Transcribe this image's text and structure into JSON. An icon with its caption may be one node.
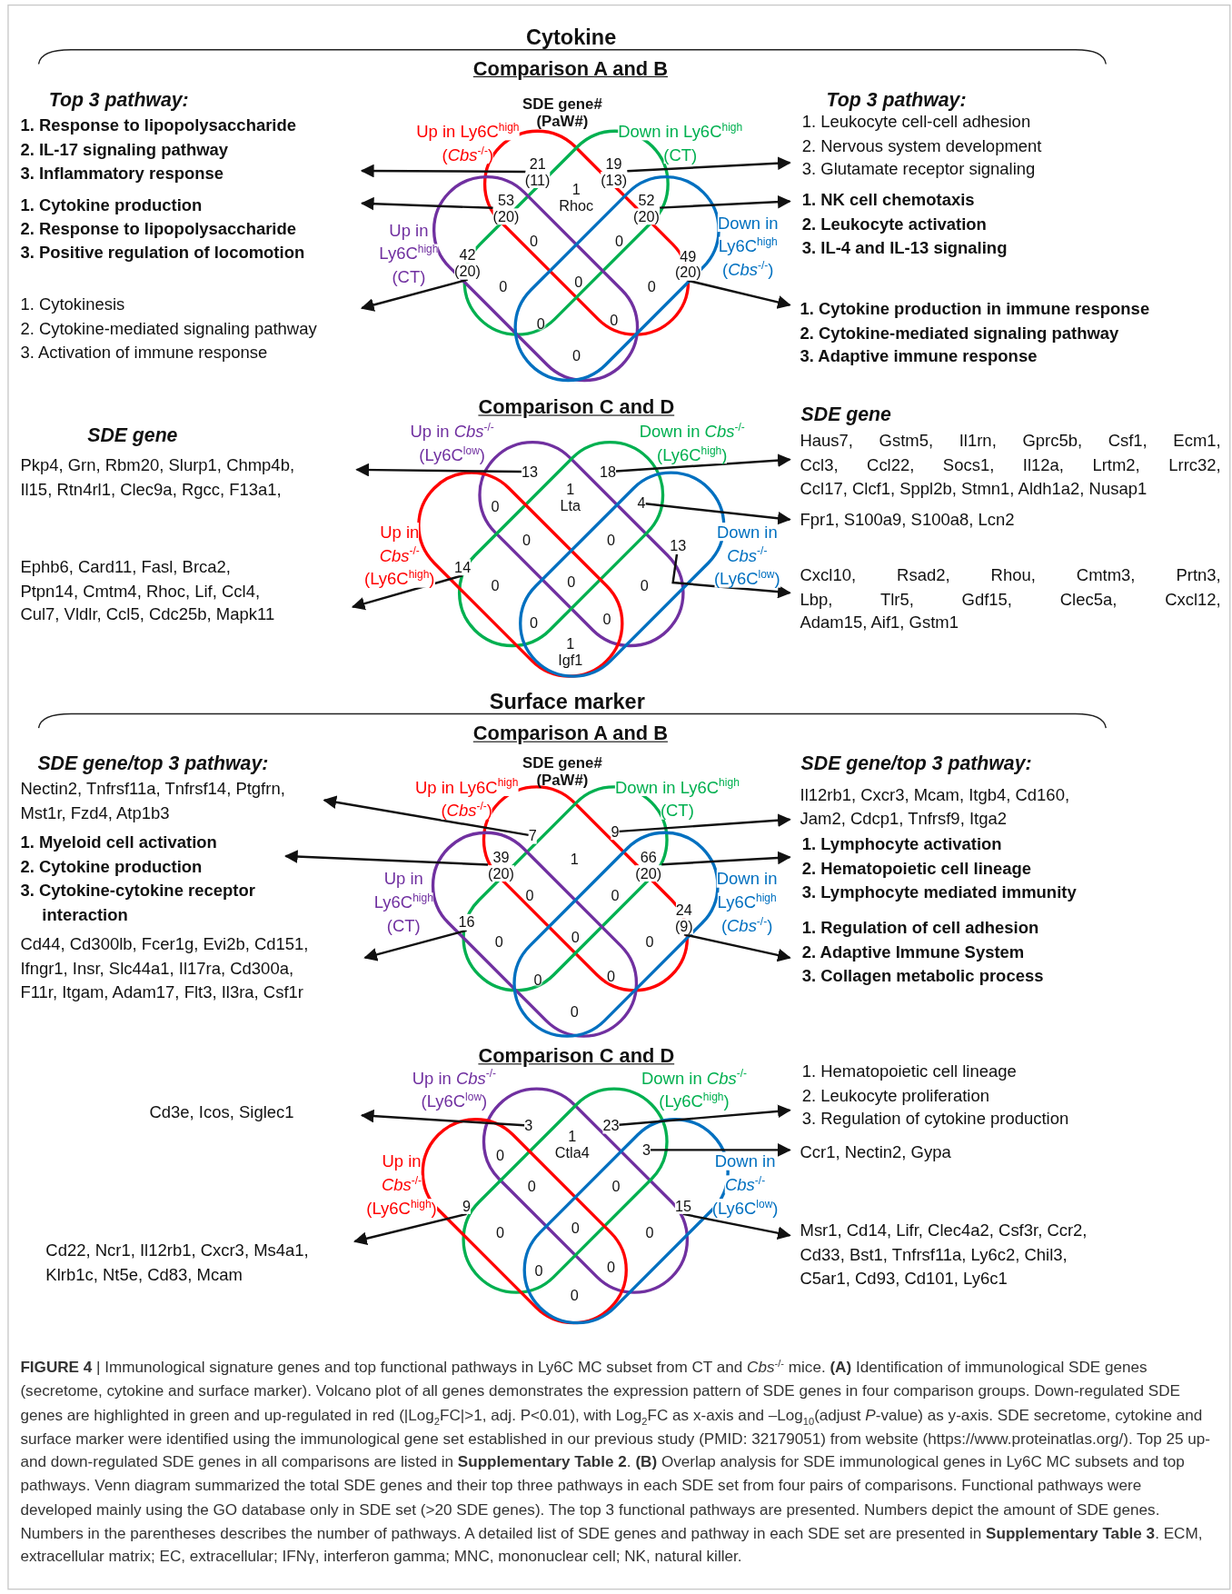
{
  "diagram": {
    "nodes": [
      {
        "text": [
          "1. Response to lipopolysaccharide",
          "2. IL-17 signaling pathway",
          "3. Inflammatory response"
        ]
      },
      {
        "text": [
          "21 (11)"
        ]
      },
      {
        "text": [
          "19 (13)"
        ]
      },
      {
        "text": [
          "1. Leukocyte cell-cell adhesion",
          "2. Nervous system development",
          "3. Glutamate receptor signaling"
        ]
      },
      {
        "text": [
          "1. Cytokine production",
          "2. Response to lipopolysaccharide",
          "3. Positive regulation of locomotion"
        ]
      },
      {
        "text": [
          "53 (20)"
        ]
      },
      {
        "text": [
          "52 (20)"
        ]
      },
      {
        "text": [
          "1. NK cell chemotaxis",
          "2. Leukocyte activation",
          "3. IL-4 and IL-13 signaling"
        ]
      },
      {
        "text": [
          "1. Cytokinesis",
          "2. Cytokine-mediated signaling pathway",
          "3. Activation of immune response"
        ]
      },
      {
        "text": [
          "42 (20)"
        ]
      },
      {
        "text": [
          "49 (20)"
        ]
      },
      {
        "text": [
          "1. Cytokine production in immune response",
          "2. Cytokine-mediated signaling pathway",
          "3. Adaptive immune response"
        ]
      },
      {
        "text": [
          "Pkp4, Grn, Rbm20, Slurp1, Chmp4b, Il15, Rtn4rl1, Clec9a, Rgcc, F13a1,"
        ]
      },
      {
        "text": [
          "13"
        ]
      },
      {
        "text": [
          "18"
        ]
      },
      {
        "text": [
          "Haus7, Gstm5, Il1rn, Gprc5b, Csf1, Ecm1, Ccl3, Ccl22, Socs1, Il12a, Lrtm2, Lrrc32, Ccl17, Clcf1, Sppl2b, Stmn1, Aldh1a2, Nusap1"
        ]
      },
      {
        "text": [
          "4"
        ]
      },
      {
        "text": [
          "Fpr1, S100a9, S100a8, Lcn2"
        ]
      },
      {
        "text": [
          "Ephb6, Card11, Fasl, Brca2, Ptpn14, Cmtm4, Rhoc, Lif, Ccl4, Cul7, Vldlr, Ccl5, Cdc25b, Mapk11"
        ]
      },
      {
        "text": [
          "14"
        ]
      },
      {
        "text": [
          "13"
        ]
      },
      {
        "text": [
          "Cxcl10, Rsad2, Rhou, Cmtm3, Prtn3, Lbp, Tlr5, Gdf15, Clec5a, Cxcl12, Adam15, Aif1, Gstm1"
        ]
      },
      {
        "text": [
          "Nectin2, Tnfrsf11a, Tnfrsf14, Ptgfrn, Mst1r, Fzd4, Atp1b3"
        ]
      },
      {
        "text": [
          "7"
        ]
      },
      {
        "text": [
          "9"
        ]
      },
      {
        "text": [
          "Il12rb1, Cxcr3, Mcam, Itgb4, Cd160, Jam2, Cdcp1, Tnfrsf9, Itga2"
        ]
      },
      {
        "text": [
          "1. Myeloid cell activation",
          "2. Cytokine production",
          "3. Cytokine-cytokine receptor interaction"
        ]
      },
      {
        "text": [
          "39 (20)"
        ]
      },
      {
        "text": [
          "66 (20)"
        ]
      },
      {
        "text": [
          "1. Lymphocyte activation",
          "2. Hematopoietic cell lineage",
          "3. Lymphocyte mediated immunity"
        ]
      },
      {
        "text": [
          "Cd44, Cd300lb, Fcer1g, Evi2b, Cd151, Ifngr1, Insr, Slc44a1, Il17ra, Cd300a, F11r, Itgam, Adam17, Flt3, Il3ra, Csf1r"
        ]
      },
      {
        "text": [
          "16"
        ]
      },
      {
        "text": [
          "24 (9)"
        ]
      },
      {
        "text": [
          "1. Regulation of cell adhesion",
          "2. Adaptive Immune System",
          "3. Collagen metabolic process"
        ]
      },
      {
        "text": [
          "Cd3e, Icos, Siglec1"
        ]
      },
      {
        "text": [
          "3"
        ]
      },
      {
        "text": [
          "23"
        ]
      },
      {
        "text": [
          "1. Hematopoietic cell lineage",
          "2. Leukocyte proliferation",
          "3. Regulation of cytokine production"
        ]
      },
      {
        "text": [
          "3"
        ]
      },
      {
        "text": [
          "Ccr1, Nectin2, Gypa"
        ]
      },
      {
        "text": [
          "9"
        ]
      },
      {
        "text": [
          "15"
        ]
      },
      {
        "text": [
          "Cd22, Ncr1, Il12rb1, Cxcr3, Ms4a1, Klrb1c, Nt5e, Cd83, Mcam"
        ]
      },
      {
        "text": [
          "Msr1, Cd14, Lifr, Clec4a2, Csf3r, Ccr2, Cd33, Bst1, Tnfrsf11a, Ly6c2, Chil3, C5ar1, Cd93, Cd101, Ly6c1"
        ]
      }
    ],
    "edges": [
      {
        "from": 1,
        "to": 0,
        "arrow": "to"
      },
      {
        "from": 2,
        "to": 3,
        "arrow": "to"
      },
      {
        "from": 5,
        "to": 4,
        "arrow": "to"
      },
      {
        "from": 6,
        "to": 7,
        "arrow": "to"
      },
      {
        "from": 9,
        "to": 8,
        "arrow": "to"
      },
      {
        "from": 10,
        "to": 11,
        "arrow": "to"
      },
      {
        "from": 13,
        "to": 12,
        "arrow": "to"
      },
      {
        "from": 14,
        "to": 15,
        "arrow": "to"
      },
      {
        "from": 16,
        "to": 17,
        "arrow": "to"
      },
      {
        "from": 19,
        "to": 18,
        "arrow": "to"
      },
      {
        "from": 20,
        "to": 21,
        "arrow": "to"
      },
      {
        "from": 23,
        "to": 22,
        "arrow": "to"
      },
      {
        "from": 24,
        "to": 25,
        "arrow": "to"
      },
      {
        "from": 27,
        "to": 26,
        "arrow": "to"
      },
      {
        "from": 28,
        "to": 29,
        "arrow": "to"
      },
      {
        "from": 31,
        "to": 30,
        "arrow": "to"
      },
      {
        "from": 32,
        "to": 33,
        "arrow": "to"
      },
      {
        "from": 35,
        "to": 34,
        "arrow": "to"
      },
      {
        "from": 36,
        "to": 37,
        "arrow": "to"
      },
      {
        "from": 38,
        "to": 39,
        "arrow": "to"
      },
      {
        "from": 40,
        "to": 42,
        "arrow": "to"
      },
      {
        "from": 41,
        "to": 43,
        "arrow": "to"
      }
    ],
    "labels": [
      "Cytokine",
      "Comparison A and B",
      "Top 3 pathway:",
      "SDE gene# (PaW#)",
      "Top 3 pathway:",
      "Up in Ly6C$^{high}$ (*Cbs*$^{-/-}$)",
      "Down in Ly6C$^{high}$ (CT)",
      "Up in Ly6C$^{high}$ (CT)",
      "Down in Ly6C$^{high}$ (*Cbs*$^{-/-}$)",
      "1 Rhoc",
      "0",
      "0",
      "0",
      "0",
      "0",
      "0",
      "0",
      "0",
      "Comparison C and D",
      "SDE gene",
      "SDE gene",
      "Up in *Cbs*$^{-/-}$ (Ly6C$^{low}$)",
      "Down in *Cbs*$^{-/-}$ (Ly6C$^{high}$)",
      "1 Lta",
      "0",
      "0",
      "0",
      "Up in *Cbs*$^{-/-}$ (Ly6C$^{high}$)",
      "Down in *Cbs*$^{-/-}$ (Ly6C$^{low}$)",
      "0",
      "0",
      "0",
      "0",
      "0",
      "1 Igf1",
      "Surface marker",
      "Comparison A and B",
      "SDE gene/top 3 pathway:",
      "SDE gene# (PaW#)",
      "SDE gene/top 3 pathway:",
      "Up in Ly6C$^{high}$ (*Cbs*$^{-/-}$)",
      "Down in Ly6C$^{high}$ (CT)",
      "1",
      "Up in Ly6C$^{high}$ (CT)",
      "Down in Ly6C$^{high}$ (*Cbs*$^{-/-}$)",
      "0",
      "0",
      "0",
      "0",
      "0",
      "0",
      "0",
      "0",
      "Comparison C and D",
      "Up in *Cbs*$^{-/-}$ (Ly6C$^{low}$)",
      "Down in *Cbs*$^{-/-}$ (Ly6C$^{high}$)",
      "1 Ctla4",
      "0",
      "0",
      "0",
      "Up in *Cbs*$^{-/-}$ (Ly6C$^{high}$)",
      "Down in *Cbs*$^{-/-}$ (Ly6C$^{low}$)",
      "0",
      "0",
      "0",
      "0",
      "0",
      "0"
    ],
    "caption": "**FIGURE 4** | Immunological signature genes and top functional pathways in Ly6C MC subset from CT and *Cbs*$^{-/-}$ mice. **(A)** Identification of immunological SDE genes (secretome, cytokine and surface marker). Volcano plot of all genes demonstrates the expression pattern of SDE genes in four comparison groups. Down-regulated SDE genes are highlighted in green and up-regulated in red (|Log$_{2}$FC|>1, adj. P<0.01), with Log$_{2}$FC as x-axis and –Log$_{10}$(adjust *P*-value) as y-axis. SDE secretome, cytokine and surface marker were identified using the immunological gene set established in our previous study (PMID: 32179051) from website (https://www.proteinatlas.org/). Top 25 up- and down-regulated SDE genes in all comparisons are listed in **Supplementary Table 2**. **(B)** Overlap analysis for SDE immunological genes in Ly6C MC subsets and top pathways. Venn diagram summarized the total SDE genes and their top three pathways in each SDE set from four pairs of comparisons. Functional pathways were developed mainly using the GO database only in SDE set (>20 SDE genes). The top 3 functional pathways are presented. Numbers depict the amount of SDE genes. Numbers in the parentheses describes the number of pathways. A detailed list of SDE genes and pathway in each SDE set are presented in **Supplementary Table 3**. ECM, extracellular matrix; EC, extracellular; IFNγ, interferon gamma; MNC, mononuclear cell; NK, natural killer."
  }
}
